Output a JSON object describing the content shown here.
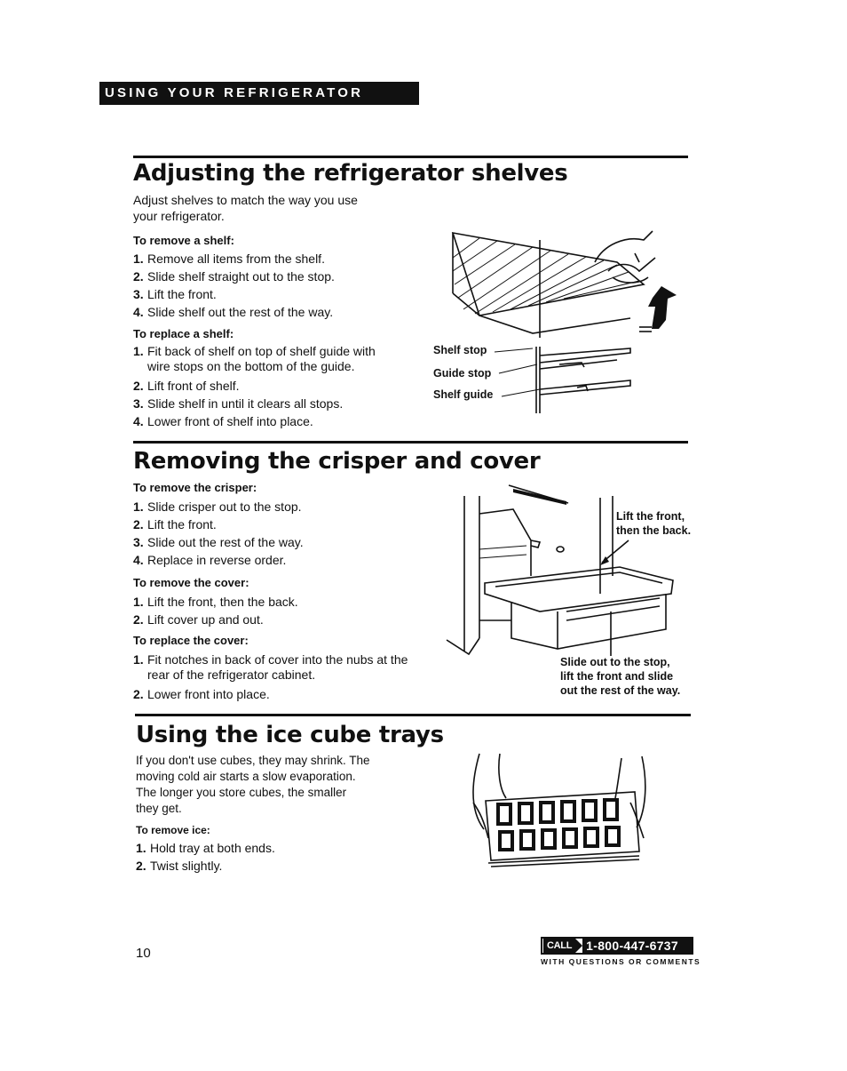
{
  "header": {
    "label": "USING YOUR REFRIGERATOR"
  },
  "section1": {
    "title": "Adjusting the refrigerator shelves",
    "intro_line1": "Adjust shelves to match the way you use",
    "intro_line2": "your refrigerator.",
    "remove_heading": "To remove a shelf:",
    "remove_steps": [
      "Remove all items from the shelf.",
      "Slide shelf straight out to the stop.",
      "Lift the front.",
      "Slide shelf out the rest of the way."
    ],
    "replace_heading": "To replace a shelf:",
    "replace_steps": [
      "Fit back of shelf on top of shelf guide with wire stops on the bottom of the guide.",
      "Lift front of shelf.",
      "Slide shelf in until it clears all stops.",
      "Lower front of shelf into place."
    ],
    "labels": {
      "shelf_stop": "Shelf stop",
      "guide_stop": "Guide stop",
      "shelf_guide": "Shelf guide"
    }
  },
  "section2": {
    "title": "Removing the crisper and cover",
    "crisper_heading": "To remove the crisper:",
    "crisper_steps": [
      "Slide crisper out to the stop.",
      "Lift the front.",
      "Slide out the rest of the way.",
      "Replace in reverse order."
    ],
    "cover_remove_heading": "To remove the cover:",
    "cover_remove_steps": [
      "Lift the front, then the back.",
      "Lift cover up and out."
    ],
    "cover_replace_heading": "To replace the cover:",
    "cover_replace_steps": [
      "Fit notches in back of cover into the nubs at the rear of the refrigerator cabinet.",
      "Lower front into place."
    ],
    "caption_lift_line1": "Lift the front,",
    "caption_lift_line2": "then the back.",
    "caption_slide_line1": "Slide out to the stop,",
    "caption_slide_line2": "lift the front and slide",
    "caption_slide_line3": "out the rest of the way."
  },
  "section3": {
    "title": "Using the ice cube trays",
    "intro_lines": [
      "If you don't use cubes, they may shrink. The",
      "moving cold air starts a slow evaporation.",
      "The longer you store cubes, the smaller",
      "they get."
    ],
    "remove_heading": "To remove ice:",
    "remove_steps": [
      "Hold tray at both ends.",
      "Twist slightly."
    ]
  },
  "footer": {
    "page_number": "10",
    "call_label": "CALL",
    "phone": "1-800-447-6737",
    "call_subtext": "WITH QUESTIONS OR COMMENTS"
  }
}
